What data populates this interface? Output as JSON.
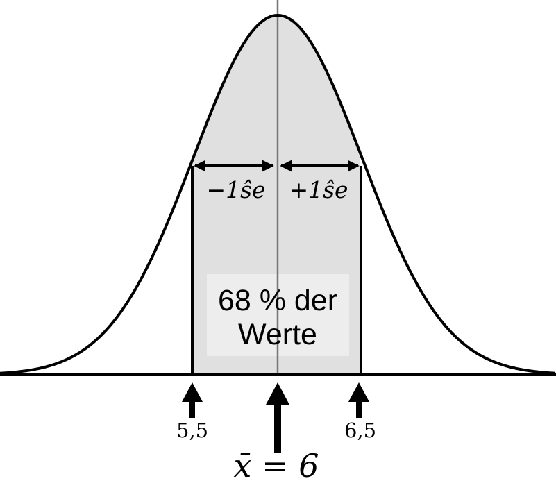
{
  "curve": {
    "type": "normal-distribution",
    "mean": 6,
    "standard_error": 0.5,
    "shaded_interval": [
      5.5,
      6.5
    ],
    "colors": {
      "curve": "#000000",
      "shade": "#e0e0e0",
      "center_line": "#777777",
      "label_box": "#ededed"
    }
  },
  "labels": {
    "minus_se": "−1ŝe",
    "plus_se": "+1ŝe",
    "area_line1": "68 % der",
    "area_line2": "Werte",
    "left_value": "5,5",
    "right_value": "6,5",
    "mean": "x̄ = 6"
  },
  "icons": {
    "left_arrow": "up-arrow-icon",
    "right_arrow": "up-arrow-icon",
    "mean_arrow": "up-arrow-icon",
    "se_arrows": "double-arrow-icon"
  }
}
